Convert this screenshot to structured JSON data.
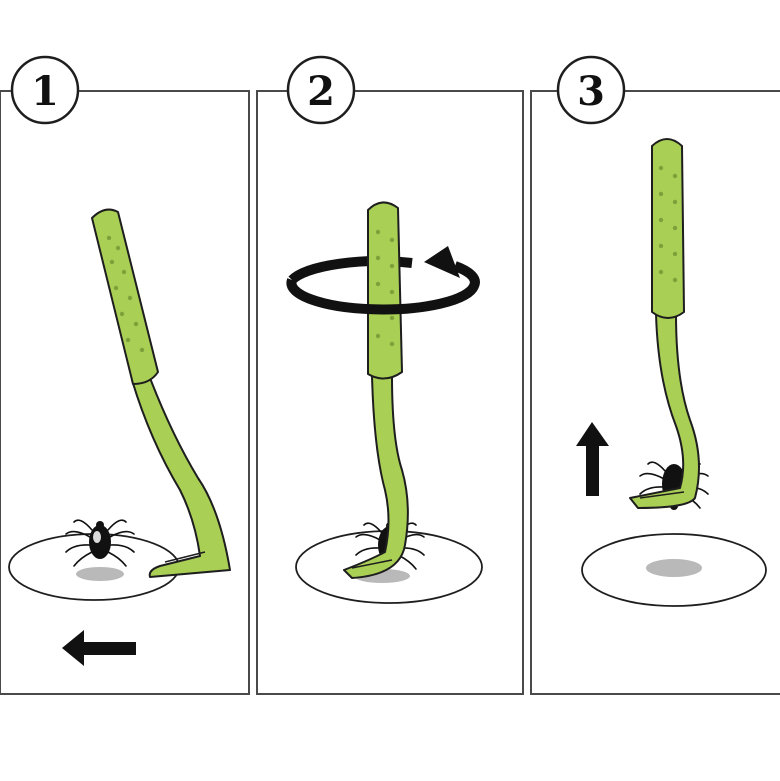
{
  "steps": [
    {
      "number": "1",
      "action": "slide-left",
      "arrow_icon": "arrow-left-icon"
    },
    {
      "number": "2",
      "action": "rotate",
      "arrow_icon": "rotate-arrow-icon"
    },
    {
      "number": "3",
      "action": "lift-up",
      "arrow_icon": "arrow-up-icon"
    }
  ],
  "colors": {
    "tool_fill": "#a9cf55",
    "tool_dots": "#7f9f3a",
    "outline": "#1e1e1e",
    "tick": "#111111",
    "shadow": "#b9b9b9",
    "panel_border": "#4a4a4a",
    "arrow": "#111111",
    "skin": "#ffffff"
  }
}
